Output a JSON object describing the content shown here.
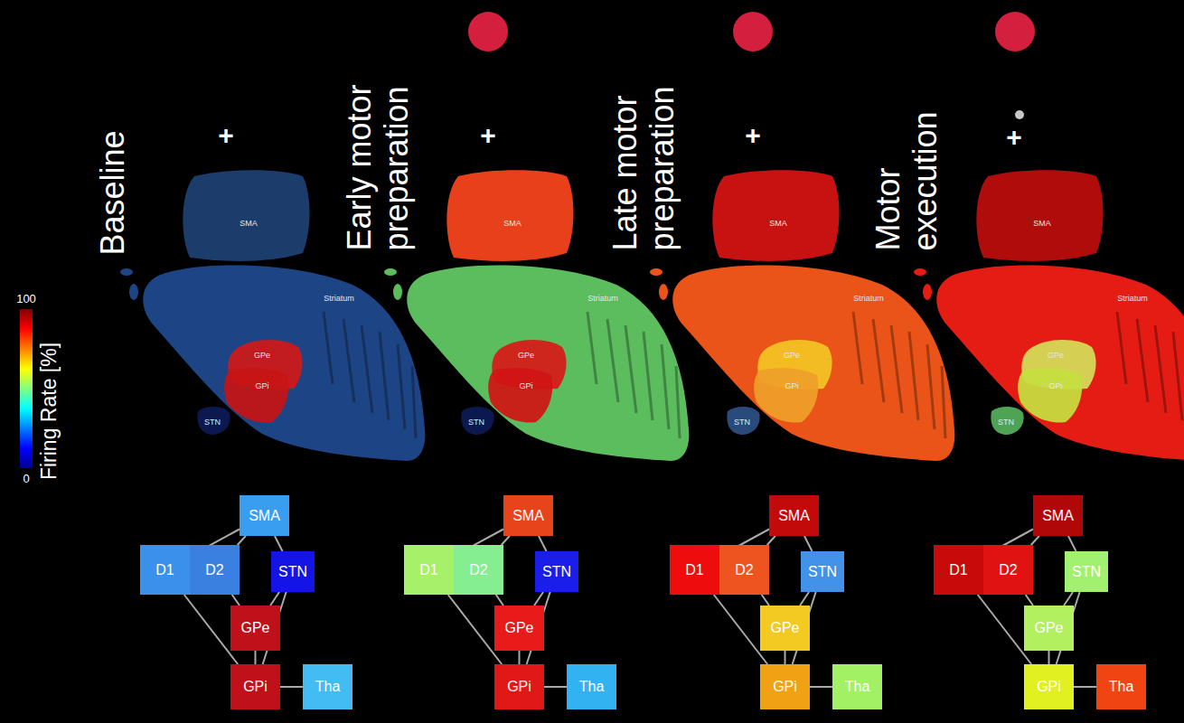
{
  "diagram": {
    "nodes": [
      {
        "text": [
          "SMA"
        ]
      },
      {
        "text": [
          "Striatum"
        ]
      },
      {
        "text": [
          "GPe"
        ]
      },
      {
        "text": [
          "GPi"
        ]
      },
      {
        "text": [
          "STN"
        ]
      },
      {
        "text": [
          "SMA"
        ]
      },
      {
        "text": [
          "D1"
        ]
      },
      {
        "text": [
          "D2"
        ]
      },
      {
        "text": [
          "STN"
        ]
      },
      {
        "text": [
          "GPe"
        ]
      },
      {
        "text": [
          "GPi"
        ]
      },
      {
        "text": [
          "Tha"
        ]
      },
      {
        "text": [
          "SMA"
        ]
      },
      {
        "text": [
          "Striatum"
        ]
      },
      {
        "text": [
          "GPe"
        ]
      },
      {
        "text": [
          "GPi"
        ]
      },
      {
        "text": [
          "STN"
        ]
      },
      {
        "text": [
          "SMA"
        ]
      },
      {
        "text": [
          "D1"
        ]
      },
      {
        "text": [
          "D2"
        ]
      },
      {
        "text": [
          "STN"
        ]
      },
      {
        "text": [
          "GPe"
        ]
      },
      {
        "text": [
          "GPi"
        ]
      },
      {
        "text": [
          "Tha"
        ]
      },
      {
        "text": [
          "SMA"
        ]
      },
      {
        "text": [
          "Striatum"
        ]
      },
      {
        "text": [
          "GPe"
        ]
      },
      {
        "text": [
          "GPi"
        ]
      },
      {
        "text": [
          "STN"
        ]
      },
      {
        "text": [
          "SMA"
        ]
      },
      {
        "text": [
          "D1"
        ]
      },
      {
        "text": [
          "D2"
        ]
      },
      {
        "text": [
          "STN"
        ]
      },
      {
        "text": [
          "GPe"
        ]
      },
      {
        "text": [
          "GPi"
        ]
      },
      {
        "text": [
          "Tha"
        ]
      },
      {
        "text": [
          "SMA"
        ]
      },
      {
        "text": [
          "Striatum"
        ]
      },
      {
        "text": [
          "GPe"
        ]
      },
      {
        "text": [
          "GPi"
        ]
      },
      {
        "text": [
          "STN"
        ]
      },
      {
        "text": [
          "SMA"
        ]
      },
      {
        "text": [
          "D1"
        ]
      },
      {
        "text": [
          "D2"
        ]
      },
      {
        "text": [
          "STN"
        ]
      },
      {
        "text": [
          "GPe"
        ]
      },
      {
        "text": [
          "GPi"
        ]
      },
      {
        "text": [
          "Tha"
        ]
      }
    ],
    "edges": [
      {
        "from": 5,
        "to": 6,
        "arrow": "none"
      },
      {
        "from": 5,
        "to": 7,
        "arrow": "none"
      },
      {
        "from": 5,
        "to": 8,
        "arrow": "none"
      },
      {
        "from": 6,
        "to": 10,
        "arrow": "none"
      },
      {
        "from": 7,
        "to": 9,
        "arrow": "none"
      },
      {
        "from": 8,
        "to": 9,
        "arrow": "none"
      },
      {
        "from": 8,
        "to": 10,
        "arrow": "none"
      },
      {
        "from": 9,
        "to": 10,
        "arrow": "none"
      },
      {
        "from": 10,
        "to": 11,
        "arrow": "none"
      },
      {
        "from": 17,
        "to": 18,
        "arrow": "none"
      },
      {
        "from": 17,
        "to": 19,
        "arrow": "none"
      },
      {
        "from": 17,
        "to": 20,
        "arrow": "none"
      },
      {
        "from": 18,
        "to": 22,
        "arrow": "none"
      },
      {
        "from": 19,
        "to": 21,
        "arrow": "none"
      },
      {
        "from": 20,
        "to": 21,
        "arrow": "none"
      },
      {
        "from": 20,
        "to": 22,
        "arrow": "none"
      },
      {
        "from": 21,
        "to": 22,
        "arrow": "none"
      },
      {
        "from": 22,
        "to": 23,
        "arrow": "none"
      },
      {
        "from": 29,
        "to": 30,
        "arrow": "none"
      },
      {
        "from": 29,
        "to": 31,
        "arrow": "none"
      },
      {
        "from": 29,
        "to": 32,
        "arrow": "none"
      },
      {
        "from": 30,
        "to": 34,
        "arrow": "none"
      },
      {
        "from": 31,
        "to": 33,
        "arrow": "none"
      },
      {
        "from": 32,
        "to": 33,
        "arrow": "none"
      },
      {
        "from": 32,
        "to": 34,
        "arrow": "none"
      },
      {
        "from": 33,
        "to": 34,
        "arrow": "none"
      },
      {
        "from": 34,
        "to": 35,
        "arrow": "none"
      },
      {
        "from": 41,
        "to": 42,
        "arrow": "none"
      },
      {
        "from": 41,
        "to": 43,
        "arrow": "none"
      },
      {
        "from": 41,
        "to": 44,
        "arrow": "none"
      },
      {
        "from": 42,
        "to": 46,
        "arrow": "none"
      },
      {
        "from": 43,
        "to": 45,
        "arrow": "none"
      },
      {
        "from": 44,
        "to": 45,
        "arrow": "none"
      },
      {
        "from": 44,
        "to": 46,
        "arrow": "none"
      },
      {
        "from": 45,
        "to": 46,
        "arrow": "none"
      },
      {
        "from": 46,
        "to": 47,
        "arrow": "none"
      }
    ],
    "labels": [
      "Baseline",
      "Early motor preparation",
      "Late motor preparation",
      "Motor execution",
      "+",
      "+",
      "+",
      "+",
      "100",
      "Firing Rate [%]",
      "0"
    ]
  }
}
